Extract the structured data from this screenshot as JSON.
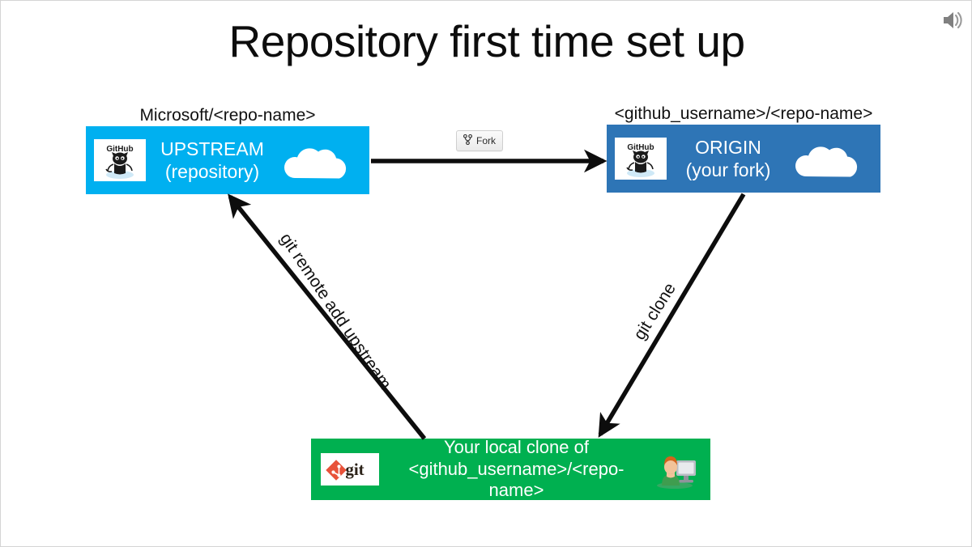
{
  "slide": {
    "title": "Repository first time set up",
    "background_color": "#ffffff",
    "border_color": "#d4d4d4",
    "audio_icon": "speaker-icon"
  },
  "upstream": {
    "caption": "Microsoft/<repo-name>",
    "line1": "UPSTREAM",
    "line2": "(repository)",
    "color": "#00b0f0",
    "logo": "github-octocat-logo",
    "logo_text": "GitHub",
    "graphic": "cloud-icon"
  },
  "origin": {
    "caption": "<github_username>/<repo-name>",
    "line1": "ORIGIN",
    "line2": "(your fork)",
    "color": "#2e75b6",
    "logo": "github-octocat-logo",
    "logo_text": "GitHub",
    "graphic": "cloud-icon"
  },
  "local": {
    "line1": "Your local clone of",
    "line2": "<github_username>/<repo-name>",
    "color": "#00b050",
    "logo": "git-logo",
    "logo_text": "git",
    "graphic": "person-at-computer-icon"
  },
  "fork_button": {
    "label": "Fork",
    "icon": "fork-branch-icon"
  },
  "arrows": [
    {
      "name": "upstream-to-origin",
      "label": "",
      "from": "upstream",
      "to": "origin"
    },
    {
      "name": "origin-to-local",
      "label": "git clone",
      "from": "origin",
      "to": "local"
    },
    {
      "name": "local-to-upstream",
      "label": "git remote add upstream",
      "from": "local",
      "to": "upstream"
    }
  ]
}
